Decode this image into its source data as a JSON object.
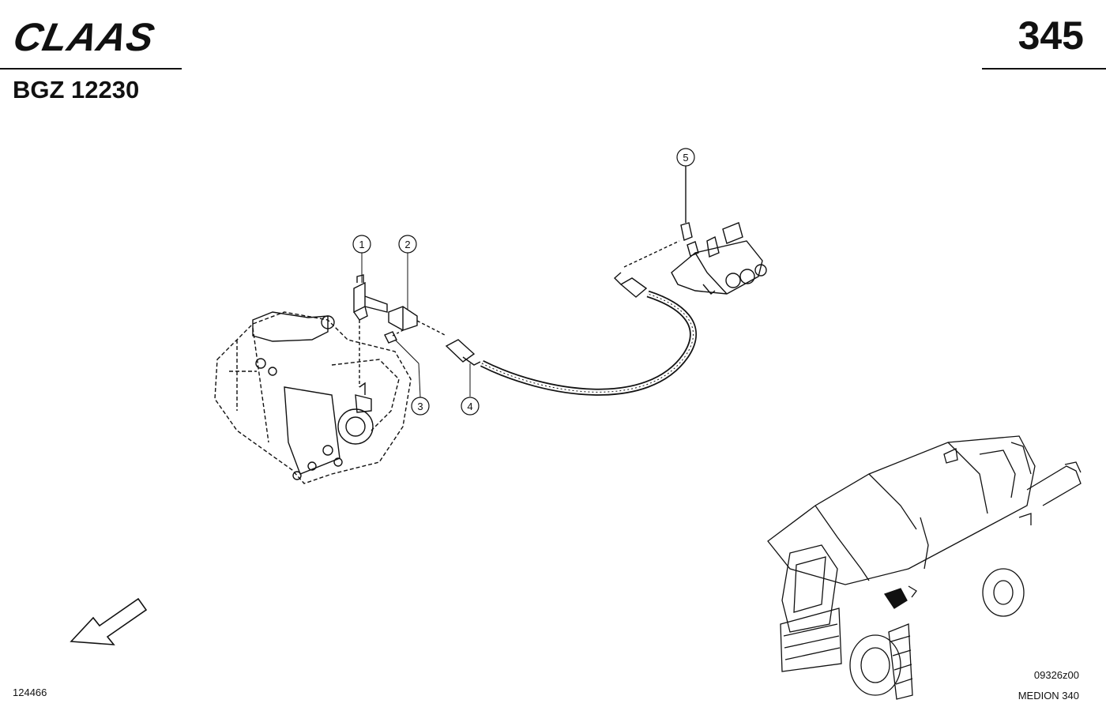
{
  "header": {
    "brand": "CLAAS",
    "page_number": "345",
    "group_code": "BGZ 12230"
  },
  "callouts": [
    "1",
    "2",
    "3",
    "4",
    "5"
  ],
  "footer": {
    "drawing_id": "124466",
    "figure_code": "09326z00",
    "model": "MEDION 340"
  }
}
